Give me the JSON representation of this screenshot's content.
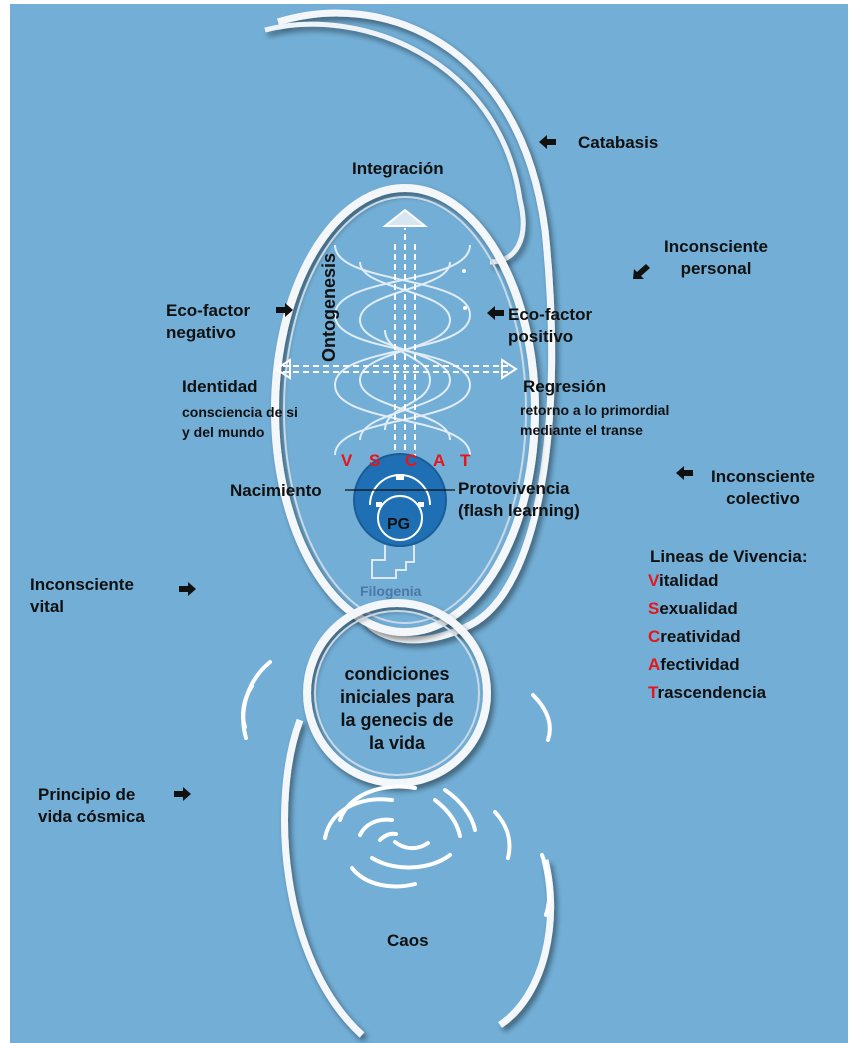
{
  "labels": {
    "catabasis": "Catabasis",
    "integracion": "Integración",
    "inconsciente_personal": "Inconsciente\npersonal",
    "eco_negativo": "Eco-factor\nnegativo",
    "eco_positivo": "Eco-factor\npositivo",
    "ontogenesis": "Ontogenesis",
    "identidad": "Identidad",
    "identidad_sub": "consciencia de si\ny del mundo",
    "regresion": "Regresión",
    "regresion_sub": "retorno a lo primordial\nmediante el transe",
    "inconsciente_colectivo": "Inconsciente\ncolectivo",
    "vscat": [
      "V",
      "S",
      "C",
      "A",
      "T"
    ],
    "nacimiento": "Nacimiento",
    "protovivencia": "Protovivencia\n(flash learning)",
    "pg": "PG",
    "filogenia": "Filogenia",
    "inconsciente_vital": "Inconsciente\nvital",
    "condiciones": "condiciones\niniciales para\nla genecis de\nla vida",
    "principio": "Principio de\nvida cósmica",
    "caos": "Caos",
    "lineas_title": "Lineas de Vivencia:"
  },
  "lineas": [
    {
      "initial": "V",
      "rest": "italidad"
    },
    {
      "initial": "S",
      "rest": "exualidad"
    },
    {
      "initial": "C",
      "rest": "reatividad"
    },
    {
      "initial": "A",
      "rest": "fectividad"
    },
    {
      "initial": "T",
      "rest": "rascendencia"
    }
  ],
  "colors": {
    "background": "#72aed6",
    "ring": "#ffffff",
    "accent_red": "#e8141a",
    "core_blue": "#1f6fb4",
    "text": "#111111"
  },
  "icons": [
    "arrow-right-icon",
    "arrow-left-icon",
    "arrow-down-left-icon"
  ]
}
